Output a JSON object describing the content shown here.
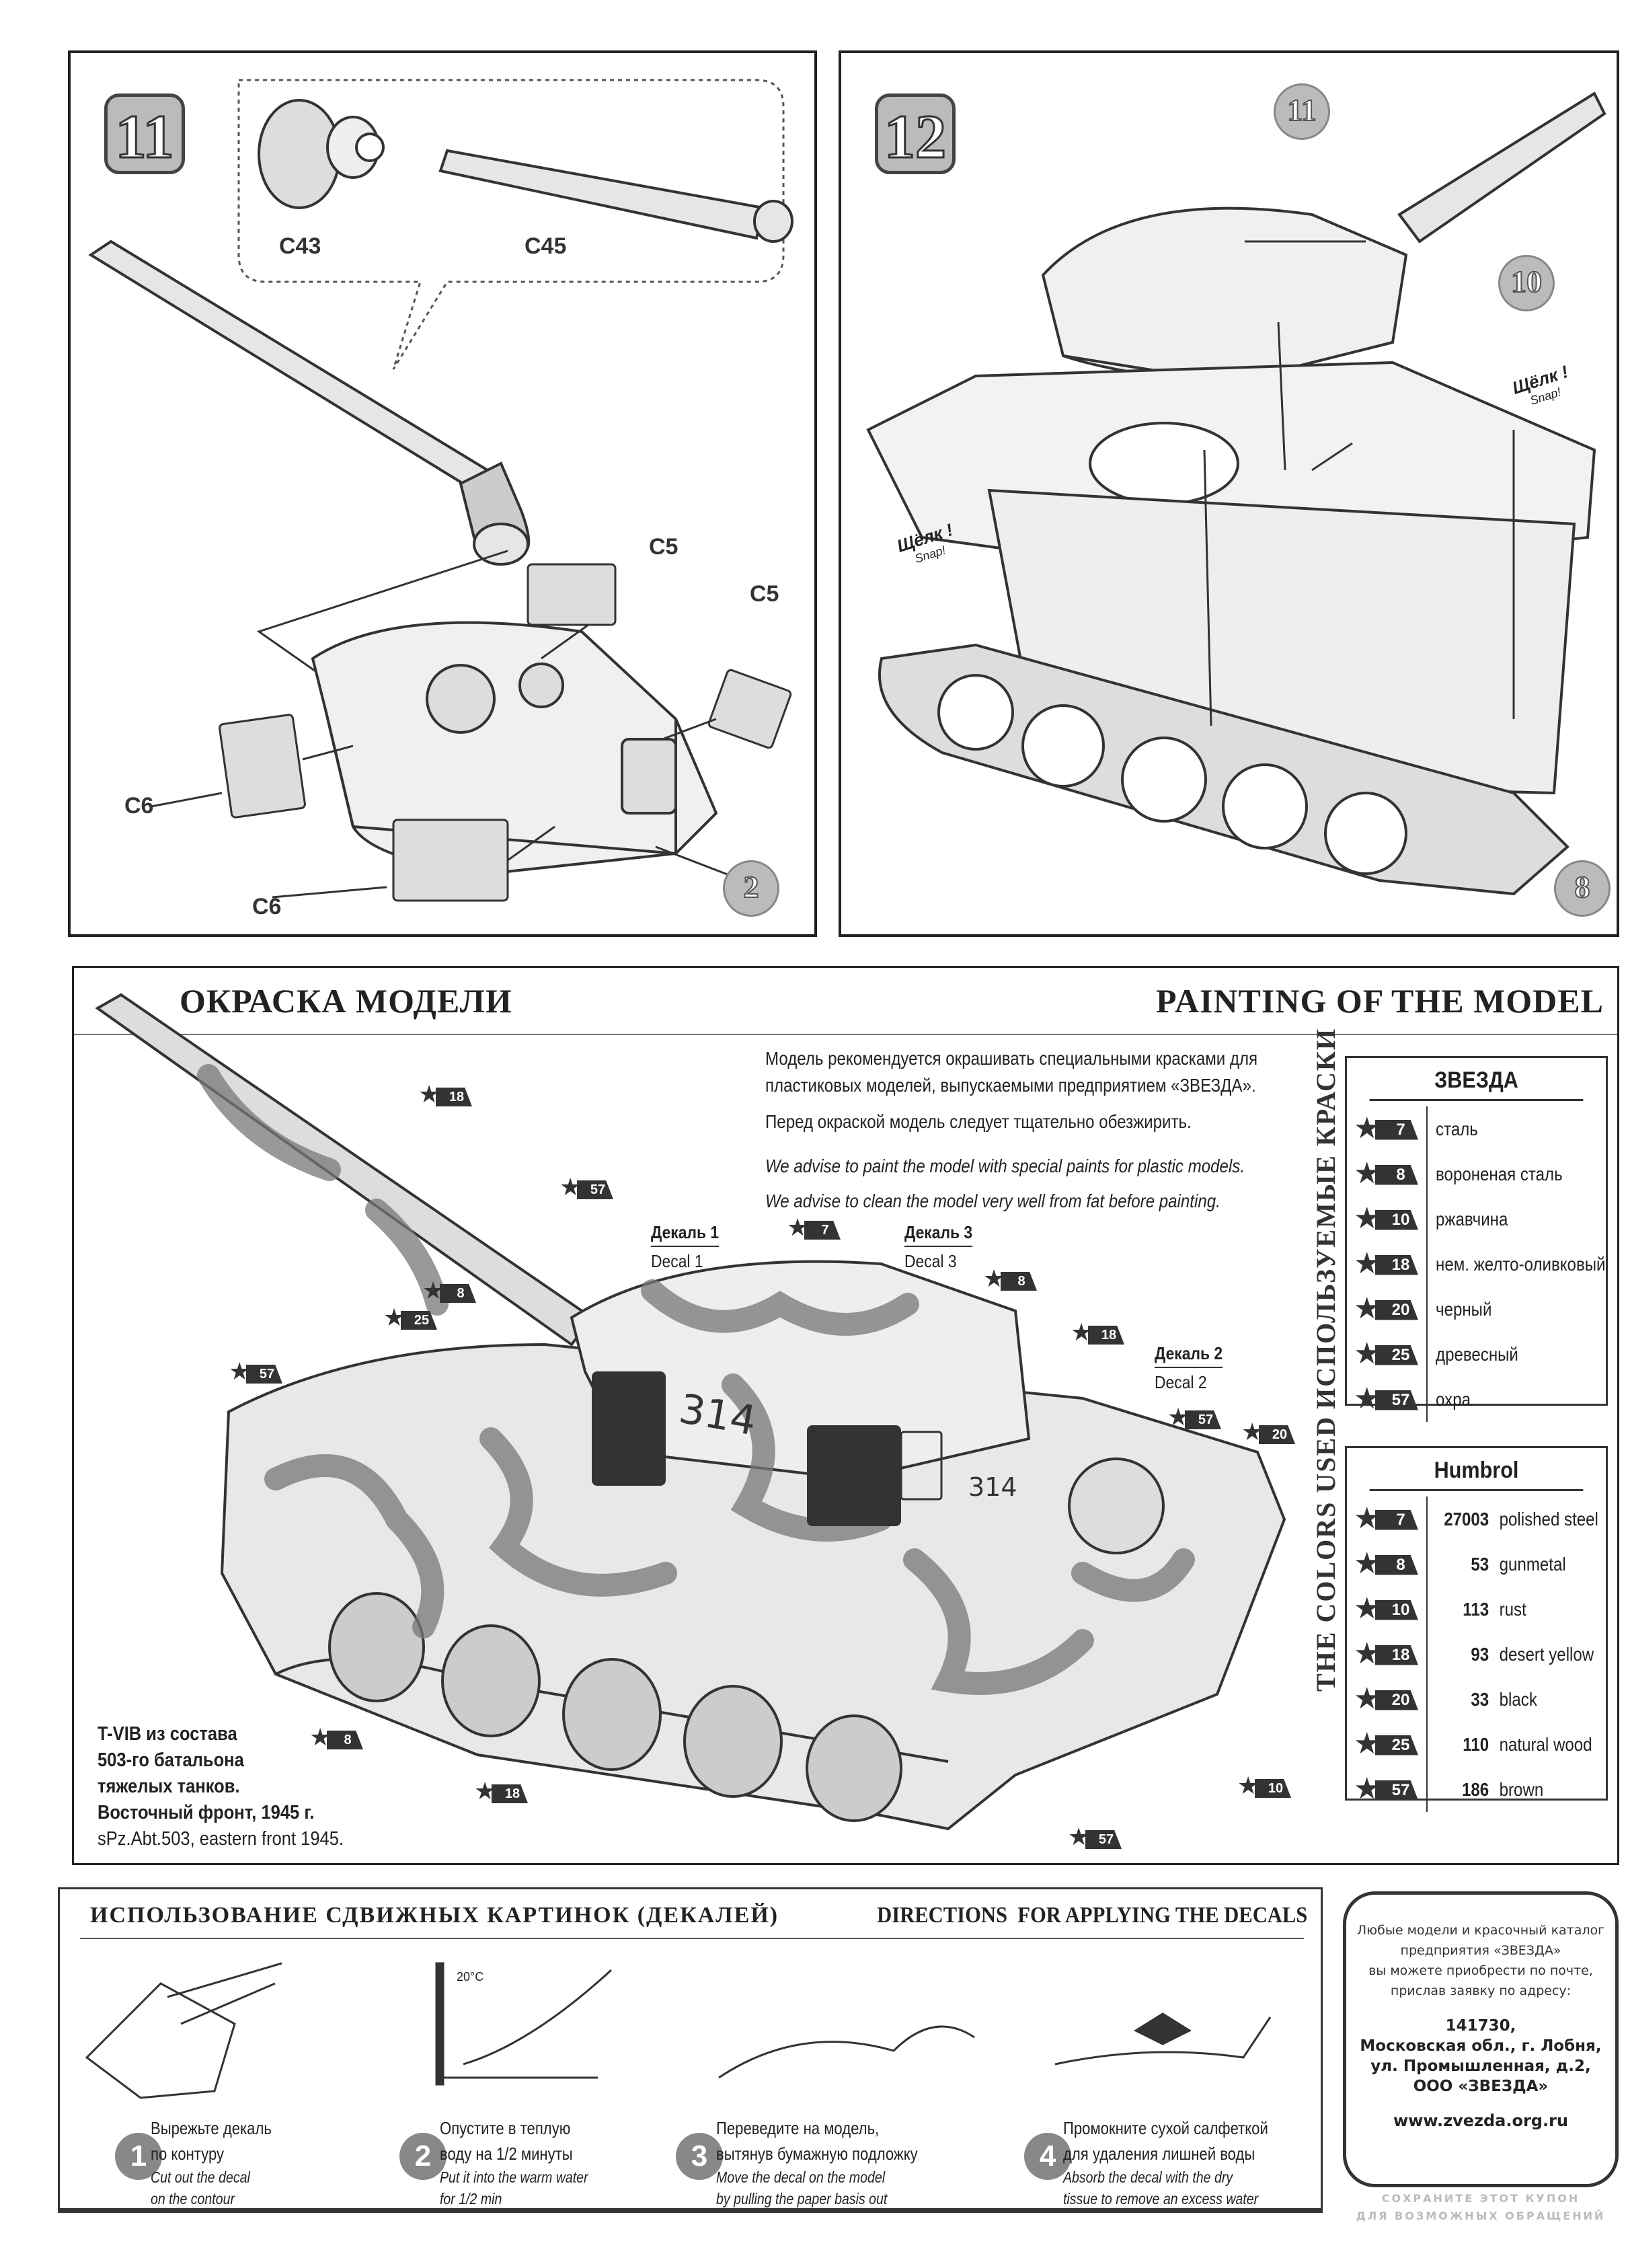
{
  "step11": {
    "number": "11",
    "parts": [
      "C43",
      "C45",
      "C5",
      "C5",
      "C6",
      "C6"
    ],
    "callout": "2"
  },
  "step12": {
    "number": "12",
    "callouts": [
      "11",
      "10",
      "8"
    ],
    "snap_ru": "Щёлк !",
    "snap_en": "Snap!"
  },
  "painting": {
    "title_ru": "ОКРАСКА МОДЕЛИ",
    "title_en": "PAINTING OF THE MODEL",
    "para_ru_1a": "Модель рекомендуется окрашивать специальными красками  для",
    "para_ru_1b": "пластиковых моделей, выпускаемыми предприятием «ЗВЕЗДА».",
    "para_ru_2": "Перед окраской модель следует тщательно  обезжирить.",
    "para_en_1": "We advise to paint the model with special paints for plastic models.",
    "para_en_2": "We advise to clean the model very well from fat before painting.",
    "decals": [
      {
        "ru": "Декаль 1",
        "en": "Decal 1"
      },
      {
        "ru": "Декаль 3",
        "en": "Decal 3"
      },
      {
        "ru": "Декаль 2",
        "en": "Decal 2"
      }
    ],
    "tank_numbers": [
      "314",
      "314"
    ],
    "callouts": [
      "18",
      "57",
      "7",
      "8",
      "8",
      "25",
      "18",
      "57",
      "57",
      "20",
      "8",
      "18",
      "10",
      "57"
    ],
    "caption_ru_1": "T-VIB из состава",
    "caption_ru_2": "503-го батальона",
    "caption_ru_3": "тяжелых танков.",
    "caption_ru_4": "Восточный фронт, 1945 г.",
    "caption_en": "sPz.Abt.503, eastern front 1945."
  },
  "colors_ru": {
    "side_label": "ИСПОЛЬЗУЕМЫЕ КРАСКИ",
    "brand": "ЗВЕЗДА",
    "rows": [
      {
        "num": "7",
        "name": "сталь"
      },
      {
        "num": "8",
        "name": "вороненая сталь"
      },
      {
        "num": "10",
        "name": "ржавчина"
      },
      {
        "num": "18",
        "name": "нем. желто-оливковый"
      },
      {
        "num": "20",
        "name": "черный"
      },
      {
        "num": "25",
        "name": "древесный"
      },
      {
        "num": "57",
        "name": "охра"
      }
    ]
  },
  "colors_en": {
    "side_label": "THE COLORS USED",
    "brand": "Humbrol",
    "rows": [
      {
        "num": "7",
        "code": "27003",
        "name": "polished steel"
      },
      {
        "num": "8",
        "code": "53",
        "name": "gunmetal"
      },
      {
        "num": "10",
        "code": "113",
        "name": "rust"
      },
      {
        "num": "18",
        "code": "93",
        "name": "desert yellow"
      },
      {
        "num": "20",
        "code": "33",
        "name": "black"
      },
      {
        "num": "25",
        "code": "110",
        "name": "natural wood"
      },
      {
        "num": "57",
        "code": "186",
        "name": "brown"
      }
    ]
  },
  "decal_directions": {
    "title_ru": "ИСПОЛЬЗОВАНИЕ СДВИЖНЫХ КАРТИНОК (ДЕКАЛЕЙ)",
    "title_en": "DIRECTIONS  FOR APPLYING THE DECALS",
    "temp": "20°C",
    "steps": [
      {
        "n": "1",
        "ru1": "Вырежьте декаль",
        "ru2": "по контуру",
        "en1": "Cut out the decal",
        "en2": "on the contour"
      },
      {
        "n": "2",
        "ru1": "Опустите в теплую",
        "ru2": "воду на 1/2 минуты",
        "en1": "Put it into the warm water",
        "en2": "for 1/2 min"
      },
      {
        "n": "3",
        "ru1": "Переведите на модель,",
        "ru2": "вытянув бумажную подложку",
        "en1": "Move the decal on the model",
        "en2": "by pulling the paper basis out"
      },
      {
        "n": "4",
        "ru1": "Промокните сухой салфеткой",
        "ru2": "для удаления лишней воды",
        "en1": "Absorb the decal with the dry",
        "en2": "tissue to remove an excess water"
      }
    ]
  },
  "coupon": {
    "line1": "Любые модели и красочный каталог",
    "line2": "предприятия «ЗВЕЗДА»",
    "line3": "вы можете приобрести по почте,",
    "line4": "прислав заявку по адресу:",
    "zip": "141730,",
    "addr1": "Московская обл., г. Лобня,",
    "addr2": "ул. Промышленная, д.2,",
    "addr3": "ООО «ЗВЕЗДА»",
    "web": "www.zvezda.org.ru",
    "footer1": "СОХРАНИТЕ  ЭТОТ  КУПОН",
    "footer2": "ДЛЯ  ВОЗМОЖНЫХ  ОБРАЩЕНИЙ"
  }
}
